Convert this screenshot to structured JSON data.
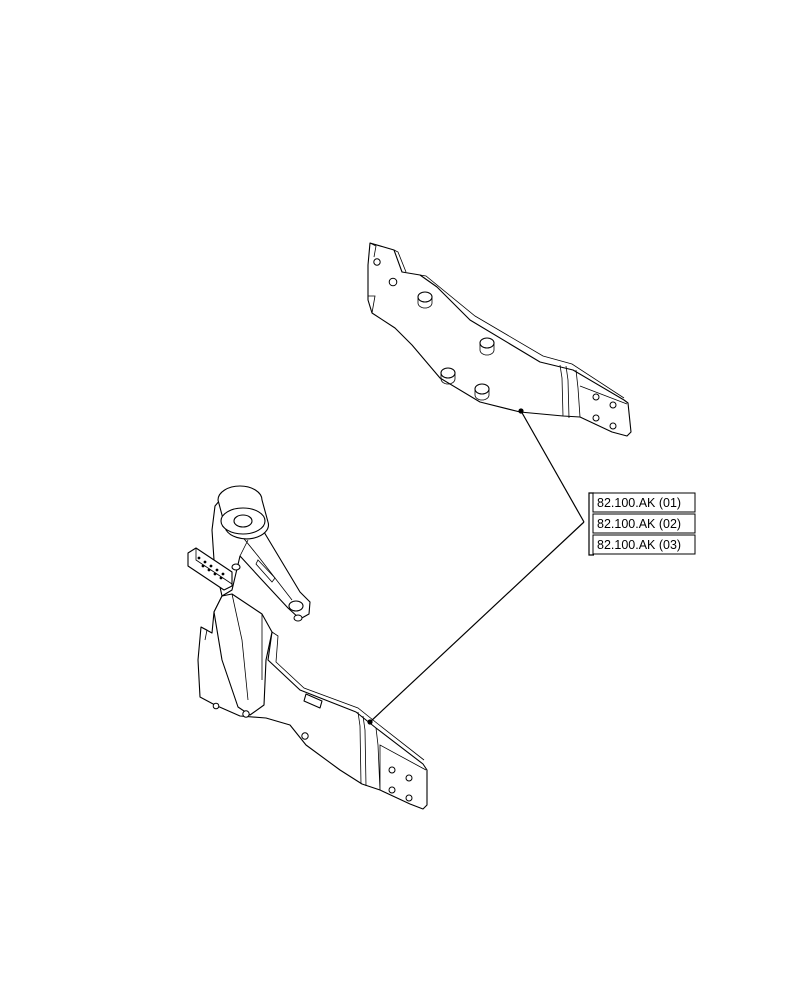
{
  "callout": {
    "references": [
      {
        "label": "82.100.AK (01)"
      },
      {
        "label": "82.100.AK (02)"
      },
      {
        "label": "82.100.AK (03)"
      }
    ]
  }
}
